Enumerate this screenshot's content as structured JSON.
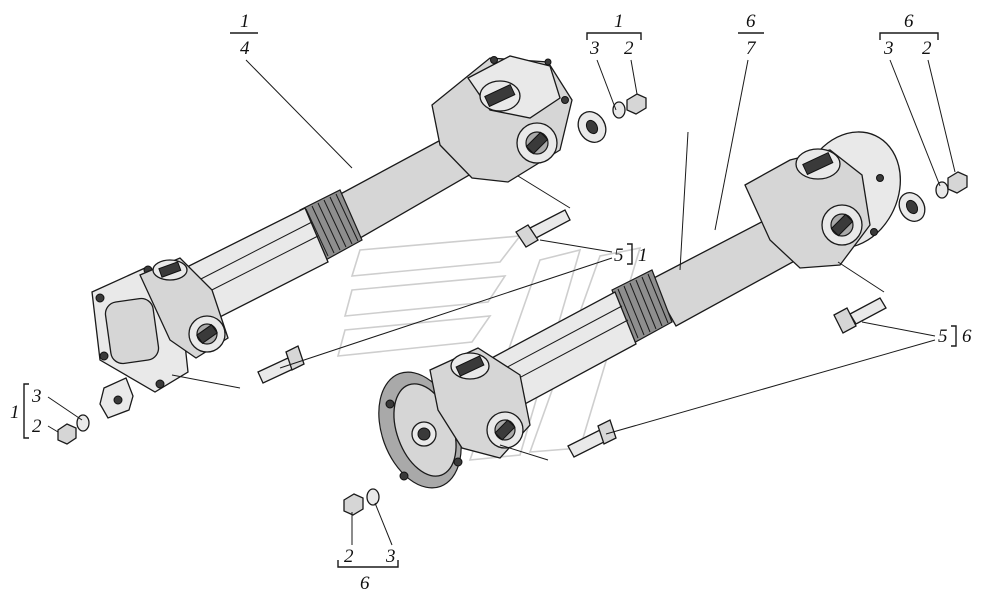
{
  "figure": {
    "callouts": {
      "left_shaft_assembly": {
        "top": "1",
        "bottom": "4"
      },
      "right_shaft_assembly": {
        "top": "6",
        "bottom": "7"
      },
      "top_fasteners_left": {
        "group": "1",
        "a": "3",
        "b": "2"
      },
      "top_fasteners_right": {
        "group": "6",
        "a": "3",
        "b": "2"
      },
      "bolt_left": {
        "part": "5",
        "group": "1"
      },
      "bolt_right": {
        "part": "5",
        "group": "6"
      },
      "left_fasteners": {
        "group": "1",
        "a": "3",
        "b": "2"
      },
      "bottom_fasteners": {
        "a": "2",
        "b": "3",
        "group": "6"
      }
    }
  }
}
